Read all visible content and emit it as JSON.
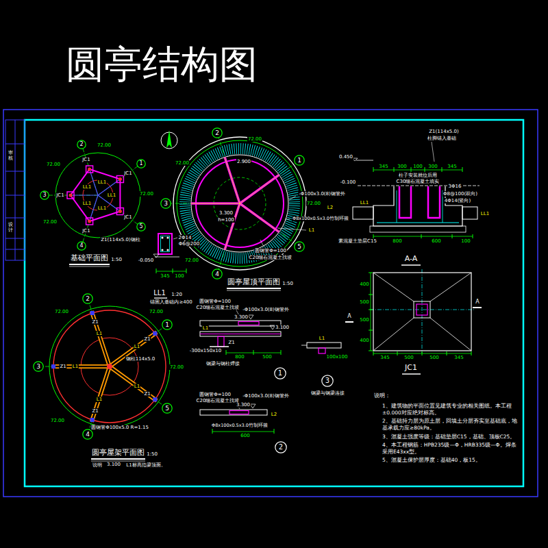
{
  "diagram": {
    "title": "圆亭结构图",
    "nodes": [
      {
        "text": [
          "1"
        ]
      },
      {
        "text": [
          "2"
        ]
      },
      {
        "text": [
          "3"
        ]
      },
      {
        "text": [
          "4"
        ]
      },
      {
        "text": [
          "5"
        ]
      },
      {
        "text": [
          "1"
        ]
      },
      {
        "text": [
          "2"
        ]
      },
      {
        "text": [
          "3"
        ]
      },
      {
        "text": [
          "4"
        ]
      },
      {
        "text": [
          "5"
        ]
      },
      {
        "text": [
          "1"
        ]
      },
      {
        "text": [
          "2"
        ]
      },
      {
        "text": [
          "3"
        ]
      },
      {
        "text": [
          "4"
        ]
      },
      {
        "text": [
          "5"
        ]
      },
      {
        "text": [
          "1"
        ]
      },
      {
        "text": [
          "2"
        ]
      },
      {
        "text": [
          "3"
        ]
      }
    ],
    "labels": [
      "基础平面图",
      "1:50",
      "72.00",
      "72.00",
      "72.00",
      "72.00",
      "JC1",
      "JC1",
      "JC1",
      "JC1",
      "JC1",
      "LL1",
      "LL1",
      "LL1",
      "LL1",
      "LL1",
      "Z1(114x5.0)钢柱",
      "2Φ14",
      "Φ6@200",
      "-0.050",
      "345",
      "100",
      "LL1",
      "1:20",
      "锚固入基础内≥400",
      "圆亭屋顶平面图",
      "1:50",
      "72.00",
      "72.00",
      "72.00",
      "72.00",
      "3.300",
      "h=100",
      "2.900",
      "-Φ100x3.0(8)钢管外",
      "L2",
      "Φ8x100x0.5x3.0竹制环箍",
      "L1",
      "圆钢管Φ=100",
      "C20细石混凝土找坡",
      "圆亭屋架平面图",
      "1:50",
      "72.00",
      "72.00",
      "72.00",
      "72.00",
      "L1",
      "L1",
      "L1",
      "L1",
      "L1",
      "Z1",
      "Z1",
      "Z1",
      "Z1",
      "Z1",
      "钢柱114x5.0",
      "圆钢管Φ100x5.0 R=1.15",
      "说明",
      "3.100",
      "L1标高指梁顶面。",
      "圆钢管Φ=100",
      "C20细石混凝土找坡",
      "-Φ100x3.0(8)钢管外",
      "3.300",
      "3.100",
      "L1",
      "Z1",
      "-300x150x10",
      "800",
      "500",
      "钢梁与钢柱焊接",
      "圆钢管Φ=100",
      "C20细石混凝土找坡",
      "-Φ100x3.0(8)钢管外",
      "3.300",
      "L2",
      "Φ8x100x0.5x3.0竹制环箍",
      "600",
      "A",
      "L1",
      "100x100",
      "钢梁与钢梁连接",
      "Z1(114x5.0)",
      "柱脚锚入基础",
      "0.450",
      "-0.100",
      "345",
      "300",
      "100",
      "300",
      "345",
      "柱子安装就位后用",
      "C30细石混凝土填实",
      "3Φ16",
      "Φ8@100(双向)",
      "4Φ14(竖向)",
      "LL1",
      "LL1",
      "素混凝土垫层C15",
      "800",
      "600",
      "100",
      "A-A",
      "400",
      "500",
      "500",
      "400",
      "345",
      "500",
      "500",
      "345",
      "JC1",
      "A",
      "说明：",
      "1、建筑物的平面位置见建筑专业的相关图纸。本工程±0.000对应绝对标高。",
      "2、基础持力层为原土层，回填土分层夯实至基础底，地基承载力应≥80kPa。",
      "3、混凝土强度等级：基础垫层C15，基础、顶板C25。",
      "4、本工程钢筋：HPB235级—Φ，HRB335级—Φ。焊条采用E43xx型。",
      "5、混凝土保护层厚度：基础40，板15。",
      "审核",
      "设计"
    ]
  }
}
